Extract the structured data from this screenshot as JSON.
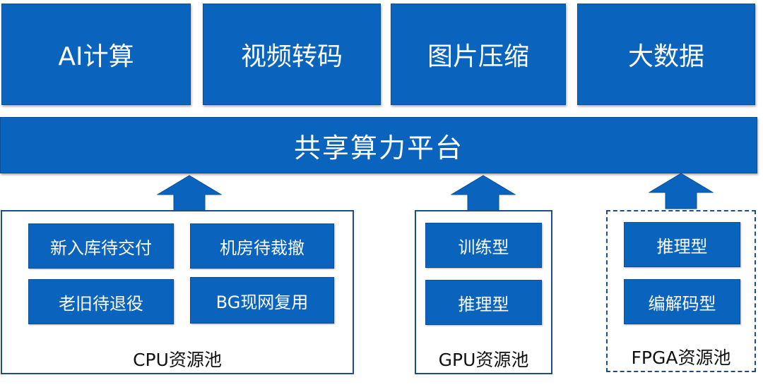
{
  "applications": [
    "AI计算",
    "视频转码",
    "图片压缩",
    "大数据"
  ],
  "platform": "共享算力平台",
  "pools": {
    "cpu": {
      "label": "CPU资源池",
      "items": [
        "新入库待交付",
        "机房待裁撤",
        "老旧待退役",
        "BG现网复用"
      ]
    },
    "gpu": {
      "label": "GPU资源池",
      "items": [
        "训练型",
        "推理型"
      ]
    },
    "fpga": {
      "label": "FPGA资源池",
      "items": [
        "推理型",
        "编解码型"
      ]
    }
  },
  "colors": {
    "box": "#0a63bd",
    "border": "#1a4f88",
    "text": "#ffffff"
  },
  "icons": {
    "arrows": "up-arrow-icon"
  }
}
